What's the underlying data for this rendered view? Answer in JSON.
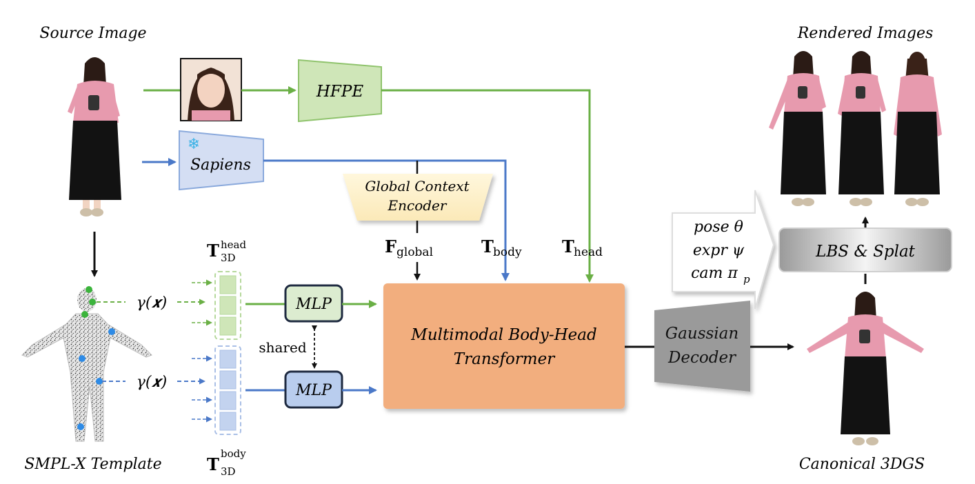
{
  "labels": {
    "source_image": "Source Image",
    "smplx_template": "SMPL-X Template",
    "rendered_images": "Rendered Images",
    "canonical_3dgs": "Canonical 3DGS"
  },
  "modules": {
    "hfpe": "HFPE",
    "sapiens": "Sapiens",
    "global_context_encoder_line1": "Global Context",
    "global_context_encoder_line2": "Encoder",
    "mlp_top": "MLP",
    "mlp_bottom": "MLP",
    "shared": "shared",
    "transformer_line1": "Multimodal Body-Head",
    "transformer_line2": "Transformer",
    "gaussian_decoder_line1": "Gaussian",
    "gaussian_decoder_line2": "Decoder",
    "lbs_splat": "LBS & Splat"
  },
  "tokens": {
    "f_global_base": "F",
    "f_global_sub": "global",
    "t_body_base": "T",
    "t_body_sub": "body",
    "t_head_base": "T",
    "t_head_sub": "head",
    "t3d_head_base": "T",
    "t3d_head_sup": "head",
    "t3d_head_sub": "3D",
    "t3d_body_base": "T",
    "t3d_body_sup": "body",
    "t3d_body_sub": "3D",
    "gamma_top": "γ(𝒙)",
    "gamma_bottom": "γ(𝒙)"
  },
  "params": {
    "pose": "pose θ",
    "expr": "expr ψ",
    "cam_base": "cam π",
    "cam_sub": "p"
  },
  "icons": {
    "freeze": "snowflake-icon"
  },
  "colors": {
    "green": "#6aaf45",
    "blue": "#4a78c8",
    "orange": "#f2ae7e",
    "yellow": "#fdf1cc",
    "gray_decoder": "#9a9a9a"
  }
}
